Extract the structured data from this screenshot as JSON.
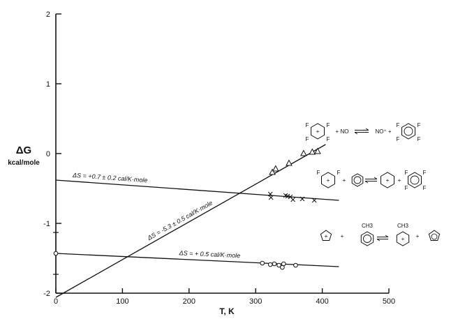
{
  "chart_data": {
    "type": "scatter",
    "xlabel": "T, K",
    "ylabel_symbol": "ΔG",
    "ylabel_units": "kcal/mole",
    "xlim": [
      0,
      500
    ],
    "ylim": [
      -2,
      2
    ],
    "x_ticks": [
      "0",
      "100",
      "200",
      "300",
      "400",
      "500"
    ],
    "y_ticks": [
      "2",
      "1",
      "0",
      "-1",
      "-2"
    ],
    "series": [
      {
        "marker": "triangle",
        "points": [
          [
            325,
            -0.27
          ],
          [
            330,
            -0.22
          ],
          [
            350,
            -0.14
          ],
          [
            372,
            0.0
          ],
          [
            385,
            0.02
          ],
          [
            393,
            0.03
          ]
        ],
        "fit": {
          "x": [
            0,
            405
          ],
          "y": [
            -2.06,
            0.13
          ]
        },
        "annotation": "ΔS = -5.3 ± 0.5 cal/K·mole",
        "reaction_labels": [
          "F",
          "F",
          "F",
          "F",
          "+ NO",
          "NO⁺ +",
          "F",
          "F",
          "F",
          "F"
        ]
      },
      {
        "marker": "x",
        "points": [
          [
            322,
            -0.58
          ],
          [
            323,
            -0.63
          ],
          [
            345,
            -0.6
          ],
          [
            348,
            -0.61
          ],
          [
            352,
            -0.62
          ],
          [
            356,
            -0.66
          ],
          [
            370,
            -0.65
          ],
          [
            388,
            -0.67
          ]
        ],
        "fit": {
          "x": [
            0,
            425
          ],
          "y": [
            -0.38,
            -0.67
          ]
        },
        "annotation": "ΔS = +0.7 ± 0.2 cal/K·mole",
        "reaction_labels": [
          "F",
          "F",
          "F",
          "F",
          "+",
          "+",
          "F",
          "F",
          "F",
          "F"
        ]
      },
      {
        "marker": "circle",
        "points": [
          [
            0,
            -1.43
          ],
          [
            310,
            -1.57
          ],
          [
            322,
            -1.59
          ],
          [
            328,
            -1.58
          ],
          [
            335,
            -1.6
          ],
          [
            340,
            -1.63
          ],
          [
            342,
            -1.58
          ],
          [
            360,
            -1.6
          ]
        ],
        "fit": {
          "x": [
            0,
            425
          ],
          "y": [
            -1.43,
            -1.62
          ]
        },
        "annotation": "ΔS = + 0.5 cal/K·mole",
        "reaction_labels": [
          "CH3",
          "CH3",
          "+",
          "+"
        ]
      }
    ],
    "error_bar_at_zero": {
      "x": 0,
      "y": -1.43,
      "low": -1.73,
      "high": -1.13
    }
  }
}
